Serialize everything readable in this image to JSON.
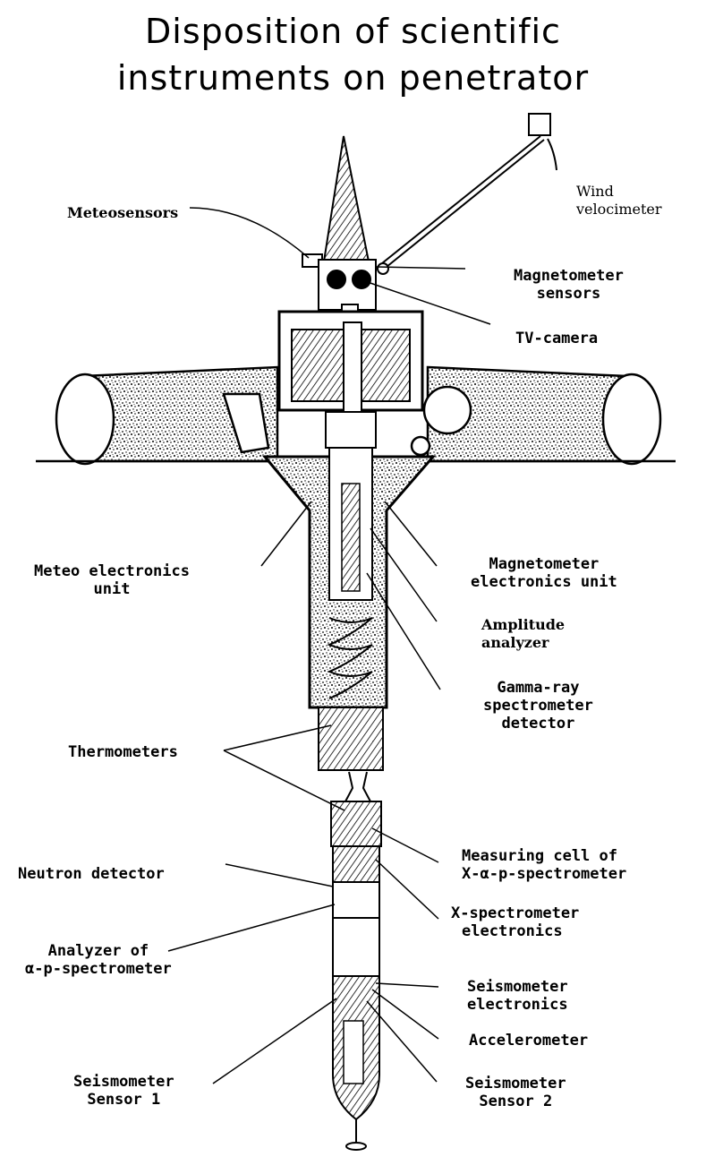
{
  "title": {
    "line1": "Disposition of  scientific",
    "line2": "instruments  on  penetrator"
  },
  "labels": {
    "wind_velocimeter": [
      "Wind",
      "velocimeter"
    ],
    "meteosensors": "Meteosensors",
    "magnetometer_sensors": [
      "Magnetometer",
      "sensors"
    ],
    "tv_camera": "TV-camera",
    "meteo_electronics_unit": [
      "Meteo electronics",
      "unit"
    ],
    "magnetometer_electronics_unit": [
      "Magnetometer",
      "electronics unit"
    ],
    "amplitude_analyzer": [
      "Amplitude",
      "analyzer"
    ],
    "gamma_ray_detector": [
      "Gamma-ray",
      "spectrometer",
      "detector"
    ],
    "thermometers": "Thermometers",
    "measuring_cell": [
      "Measuring cell of",
      "X-α-p-spectrometer"
    ],
    "neutron_detector": "Neutron detector",
    "x_spectrometer_electronics": [
      "X-spectrometer",
      "electronics"
    ],
    "analyzer_alpha_p": [
      "Analyzer of",
      "α-p-spectrometer"
    ],
    "seismometer_electronics": [
      "Seismometer",
      "electronics"
    ],
    "accelerometer": "Accelerometer",
    "seismometer_sensor_1": [
      "Seismometer",
      "Sensor 1"
    ],
    "seismometer_sensor_2": [
      "Seismometer",
      "Sensor 2"
    ]
  }
}
